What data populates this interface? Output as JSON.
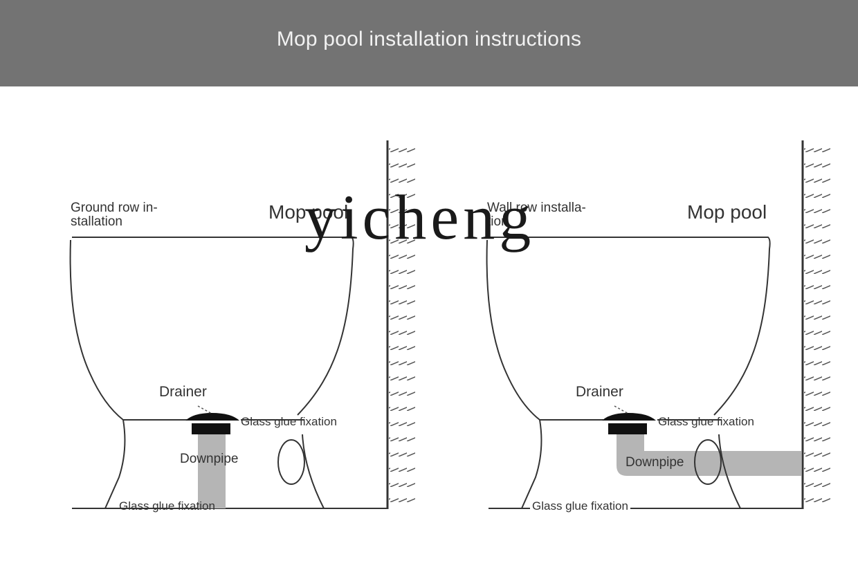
{
  "header": {
    "title": "Mop pool installation instructions"
  },
  "watermark": {
    "text": "yicheng"
  },
  "left_panel": {
    "method_label": "Ground row in-\nstallation",
    "pool_label": "Mop pool",
    "drainer_label": "Drainer",
    "glue_top_label": "Glass glue fixation",
    "downpipe_label": "Downpipe",
    "glue_bottom_label": "Glass glue fixation"
  },
  "right_panel": {
    "method_label": "Wall row installa-\ntion",
    "pool_label": "Mop pool",
    "drainer_label": "Drainer",
    "glue_top_label": "Glass glue fixation",
    "downpipe_label": "Downpipe",
    "glue_bottom_label": "Glass glue fixation"
  },
  "colors": {
    "header_bg": "#737373",
    "line": "#333333",
    "pipe": "#b5b5b5",
    "drainer": "#111111"
  }
}
